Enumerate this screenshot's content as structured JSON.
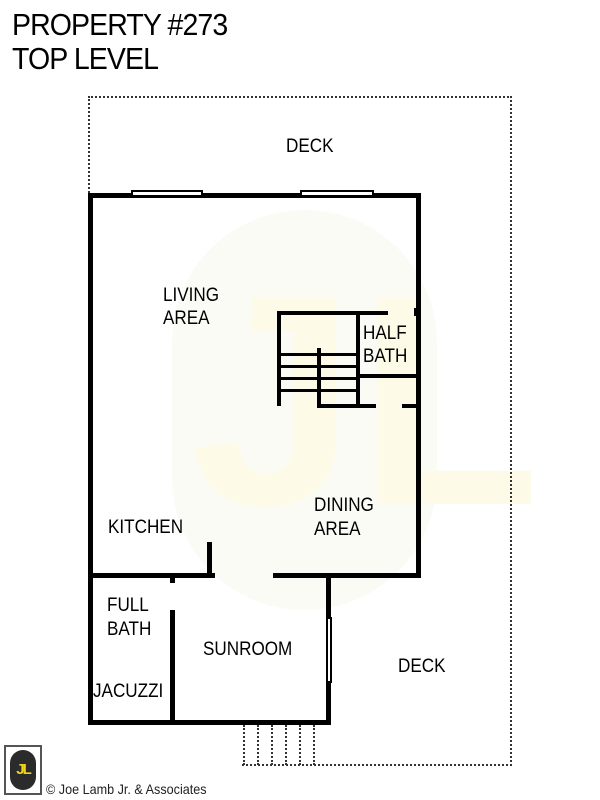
{
  "header": {
    "title_line1": "PROPERTY #273",
    "title_line2": "TOP LEVEL"
  },
  "rooms": {
    "deck_top": "DECK",
    "living_line1": "LIVING",
    "living_line2": "AREA",
    "half_bath_line1": "HALF",
    "half_bath_line2": "BATH",
    "kitchen": "KITCHEN",
    "dining_line1": "DINING",
    "dining_line2": "AREA",
    "full_bath_line1": "FULL",
    "full_bath_line2": "BATH",
    "jacuzzi": "JACUZZI",
    "sunroom": "SUNROOM",
    "deck_right": "DECK"
  },
  "watermark": {
    "letters": "JL"
  },
  "footer": {
    "logo_text": "JL",
    "copyright": "© Joe Lamb Jr. & Associates"
  },
  "colors": {
    "wall": "#000000",
    "logo_yellow": "#f1d31a",
    "logo_dark": "#2b2b2b",
    "watermark": "#fdfbe6"
  }
}
